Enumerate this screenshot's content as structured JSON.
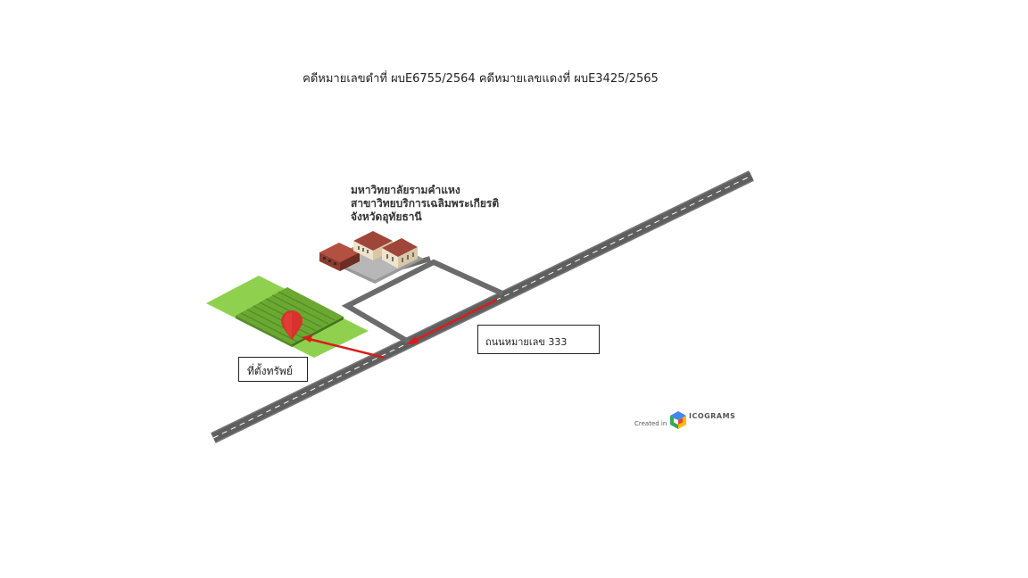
{
  "case": {
    "title": "คดีหมายเลขดำที่ ผบE6755/2564 คดีหมายเลขแดงที่ ผบE3425/2565"
  },
  "map": {
    "landmark": {
      "line1": "มหาวิทยาลัยรามคำแหง",
      "line2": "สาขาวิทยบริการเฉลิมพระเกียรติ",
      "line3": "จังหวัดอุทัยธานี"
    },
    "road_label": "ถนนหมายเลข 333",
    "property_label": "ที่ตั้งทรัพย์",
    "colors": {
      "road": "#5f5f5f",
      "road_stripe": "#ffffff",
      "field": "#8fd14f",
      "crop": "#6aa832",
      "marker": "#d9312b",
      "arrow": "#d81c1c",
      "building_roof": "#a0453a",
      "building_wall": "#efe3cc"
    }
  },
  "credit": {
    "created_in": "Created in",
    "brand": "ICOGRAMS"
  }
}
